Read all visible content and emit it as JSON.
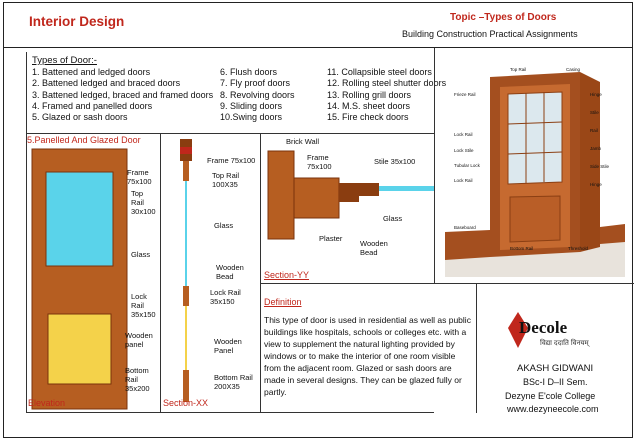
{
  "header": {
    "left_title": "Interior Design",
    "topic": "Topic –Types of  Doors",
    "subtitle": "Building Construction Practical Assignments"
  },
  "types": {
    "heading": "Types of Door:-",
    "col1": [
      "1.  Battened and ledged doors",
      "2.  Battened ledged and braced doors",
      "3.  Battened ledged, braced and framed doors",
      "4.  Framed and panelled doors",
      "5.  Glazed or sash doors"
    ],
    "col2": [
      "6.  Flush doors",
      "7.  Fly proof doors",
      "8.  Revolving doors",
      "9.  Sliding doors",
      "10.Swing doors"
    ],
    "col3": [
      "11. Collapsible steel doors",
      "12. Rolling steel shutter doors",
      "13. Rolling grill doors",
      "14. M.S. sheet doors",
      "15. Fire check doors"
    ]
  },
  "elevation": {
    "heading": "5.Panelled And Glazed Door",
    "caption": "Elevation",
    "frame": "Frame\n75x100",
    "top_rail": "Top\nRail\n30x100",
    "glass": "Glass",
    "lock_rail": "Lock\nRail\n35x150",
    "wooden_panel": "Wooden\npanel",
    "bottom_rail": "Bottom\nRail\n35x200"
  },
  "section_xx": {
    "caption": "Section-XX",
    "frame": "Frame 75x100",
    "top_rail": "Top Rail\n100X35",
    "glass": "Glass",
    "wooden_bead": "Wooden\nBead",
    "lock_rail": "Lock Rail\n35x150",
    "wooden_panel": "Wooden\nPanel",
    "bottom_rail": "Bottom Rail\n200X35"
  },
  "section_yy": {
    "caption": "Section-YY",
    "brick_wall": "Brick Wall",
    "frame": "Frame\n75x100",
    "stile": "Stile 35x100",
    "glass": "Glass",
    "plaster": "Plaster",
    "wooden_bead": "Wooden\nBead"
  },
  "definition": {
    "heading": "Definition",
    "text": "This type of door is used in residential as well as public buildings like hospitals, schools or colleges etc. with a view to supplement the natural lighting provided by windows or to make the interior of one room visible from the adjacent room. Glazed or sash doors are made in several designs. They can be glazed fully or partly."
  },
  "door_photo": {
    "labels": [
      "Top Rail",
      "Casing",
      "Frieze Rail",
      "Hinge",
      "Stile",
      "Lock Rail",
      "Lock Stile",
      "Tubular Lock",
      "Lock Rail",
      "Bottom Rail",
      "Rail",
      "Jamb",
      "Side Stile",
      "Hinge",
      "Baseboard",
      "Threshold"
    ]
  },
  "branding": {
    "logo_text": "Decole",
    "tagline": "विद्या ददाति विनयम्",
    "author": "AKASH GIDWANI",
    "course": "BSc-I D–II Sem.",
    "college": "Dezyne E'cole College",
    "website": "www.dezyneecole.com"
  },
  "colors": {
    "accent_red": "#c0271c",
    "wood": "#b65e21",
    "wood_dark": "#8a3d10",
    "glass": "#5ad3ea",
    "panel": "#f4d24a"
  }
}
